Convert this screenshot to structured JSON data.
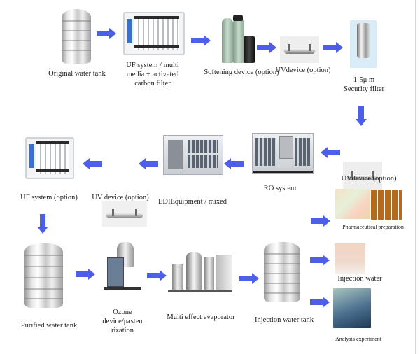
{
  "diagram": {
    "title": "Pharmaceutical water treatment process flow",
    "arrow_color": "#4d5fe8",
    "nodes": [
      {
        "id": "original-water-tank",
        "label": "Original water tank",
        "icon": "storage-tank-icon"
      },
      {
        "id": "uf-multimedia",
        "label_lines": [
          "UF system / multi",
          "media + activated",
          "carbon filter"
        ],
        "icon": "uf-rack-icon"
      },
      {
        "id": "softening-device",
        "label": "Softening device (option)",
        "icon": "softener-icon"
      },
      {
        "id": "uv-device-1",
        "label": "UVdevice (option)",
        "icon": "uv-sterilizer-icon"
      },
      {
        "id": "security-filter",
        "label_lines": [
          "1-5μ m",
          "Security filter"
        ],
        "icon": "cartridge-filter-icon"
      },
      {
        "id": "uv-device-2",
        "label": "UVdevice (option)",
        "icon": "uv-sterilizer-icon"
      },
      {
        "id": "ro-system",
        "label": "RO system",
        "icon": "ro-system-icon"
      },
      {
        "id": "edi-equipment",
        "label": "EDIEquipment / mixed",
        "icon": "edi-equipment-icon"
      },
      {
        "id": "uv-device-3",
        "label": "UV device (option)",
        "icon": "uv-sterilizer-icon"
      },
      {
        "id": "uf-system",
        "label": "UF system (option)",
        "icon": "uf-rack-icon"
      },
      {
        "id": "purified-water-tank",
        "label": "Purified water tank",
        "icon": "storage-tank-icon"
      },
      {
        "id": "ozone-device",
        "label_lines": [
          "Ozone",
          "device/pasteu",
          "rization"
        ],
        "icon": "ozone-generator-icon"
      },
      {
        "id": "multi-effect-evaporator",
        "label": "Multi effect evaporator",
        "icon": "evaporator-icon"
      },
      {
        "id": "injection-water-tank",
        "label": "Injection water tank",
        "icon": "storage-tank-icon"
      },
      {
        "id": "pharmaceutical-preparation",
        "label": "Pharmaceutical preparation",
        "icon": "medicine-photo-icon"
      },
      {
        "id": "injection-water",
        "label": "Injection water",
        "icon": "patient-photo-icon"
      },
      {
        "id": "analysis-experiment",
        "label": "Analysis experiment",
        "icon": "lab-photo-icon"
      }
    ],
    "edges": [
      [
        "original-water-tank",
        "uf-multimedia"
      ],
      [
        "uf-multimedia",
        "softening-device"
      ],
      [
        "softening-device",
        "uv-device-1"
      ],
      [
        "uv-device-1",
        "security-filter"
      ],
      [
        "security-filter",
        "uv-device-2"
      ],
      [
        "uv-device-2",
        "ro-system"
      ],
      [
        "ro-system",
        "edi-equipment"
      ],
      [
        "edi-equipment",
        "uv-device-3"
      ],
      [
        "uv-device-3",
        "uf-system"
      ],
      [
        "uf-system",
        "purified-water-tank"
      ],
      [
        "purified-water-tank",
        "ozone-device"
      ],
      [
        "ozone-device",
        "multi-effect-evaporator"
      ],
      [
        "multi-effect-evaporator",
        "injection-water-tank"
      ],
      [
        "injection-water-tank",
        "pharmaceutical-preparation"
      ],
      [
        "injection-water-tank",
        "injection-water"
      ],
      [
        "injection-water-tank",
        "analysis-experiment"
      ]
    ]
  }
}
